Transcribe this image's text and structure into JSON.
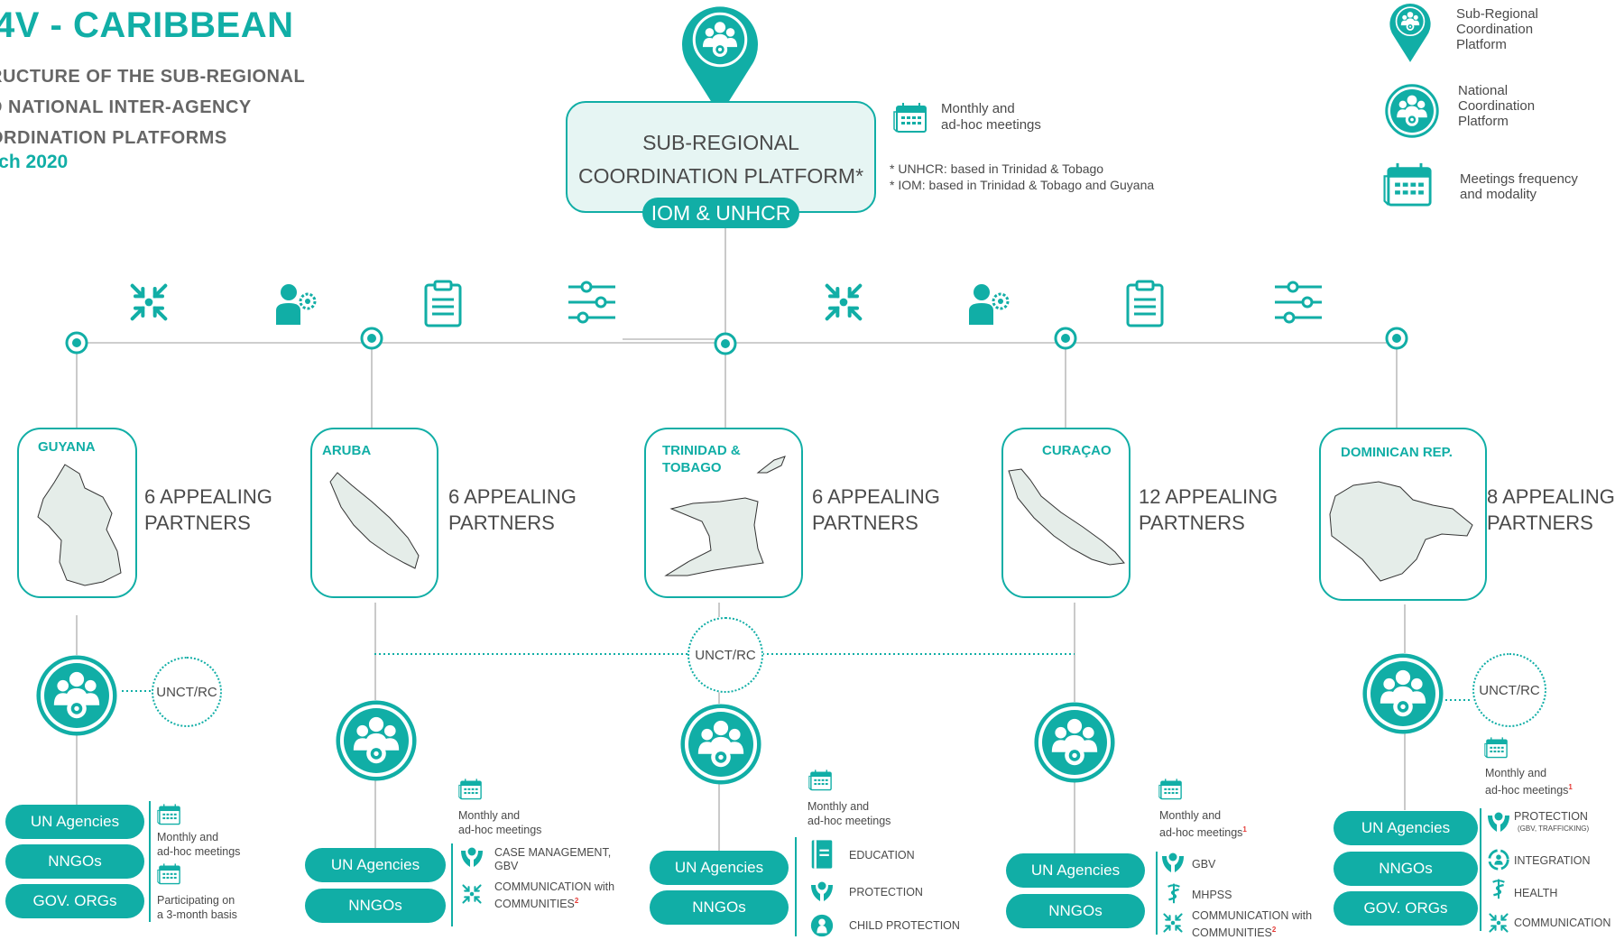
{
  "header": {
    "title": "4V - CARIBBEAN",
    "subtitle_lines": [
      "RUCTURE OF THE SUB-REGIONAL",
      "D NATIONAL INTER-AGENCY",
      "ORDINATION PLATFORMS"
    ],
    "date": "rch 2020"
  },
  "sub_regional": {
    "title_line1": "SUB-REGIONAL",
    "title_line2": "COORDINATION PLATFORM*",
    "pill": "IOM & UNHCR",
    "meetings": [
      "Monthly and",
      "ad-hoc meetings"
    ],
    "notes": [
      "* UNHCR: based in Trinidad & Tobago",
      "* IOM: based in Trinidad & Tobago and Guyana"
    ]
  },
  "legend": [
    {
      "icon": "sub-regional-platform-pin-icon",
      "lines": [
        "Sub-Regional",
        "Coordination",
        "Platform"
      ]
    },
    {
      "icon": "national-platform-icon",
      "lines": [
        "National",
        "Coordination",
        "Platform"
      ]
    },
    {
      "icon": "calendar-icon",
      "lines": [
        "Meetings frequency",
        "and modality"
      ]
    }
  ],
  "function_icons": [
    "converge-arrows-icon",
    "person-gear-icon",
    "clipboard-icon",
    "sliders-icon",
    "converge-arrows-icon",
    "person-gear-icon",
    "clipboard-icon",
    "sliders-icon"
  ],
  "unct_label": "UNCT/RC",
  "countries": [
    {
      "name": "GUYANA",
      "appeal": [
        "6 APPEALING",
        "PARTNERS"
      ],
      "groups": [
        "UN Agencies",
        "NNGOs",
        "GOV. ORGs"
      ],
      "meetings": [
        [
          "Monthly and",
          "ad-hoc meetings"
        ],
        [
          "Participating on",
          "a 3-month basis"
        ]
      ]
    },
    {
      "name": "ARUBA",
      "appeal": [
        "6 APPEALING",
        "PARTNERS"
      ],
      "groups": [
        "UN Agencies",
        "NNGOs"
      ],
      "meetings": [
        [
          "Monthly and",
          "ad-hoc meetings"
        ]
      ],
      "sectors": [
        {
          "icon": "protection-hands-icon",
          "lines": [
            "CASE MANAGEMENT,",
            "GBV"
          ]
        },
        {
          "icon": "communication-arrows-icon",
          "lines": [
            "COMMUNICATION with",
            "COMMUNITIES"
          ],
          "sup": "2"
        }
      ]
    },
    {
      "name_lines": [
        "TRINIDAD &",
        "TOBAGO"
      ],
      "appeal": [
        "6 APPEALING",
        "PARTNERS"
      ],
      "groups": [
        "UN Agencies",
        "NNGOs"
      ],
      "meetings": [
        [
          "Monthly and",
          "ad-hoc meetings"
        ]
      ],
      "sectors": [
        {
          "icon": "education-book-icon",
          "lines": [
            "EDUCATION"
          ]
        },
        {
          "icon": "protection-hands-icon",
          "lines": [
            "PROTECTION"
          ]
        },
        {
          "icon": "child-protection-icon",
          "lines": [
            "CHILD PROTECTION"
          ]
        }
      ]
    },
    {
      "name": "CURAÇAO",
      "appeal": [
        "12 APPEALING",
        "PARTNERS"
      ],
      "groups": [
        "UN Agencies",
        "NNGOs"
      ],
      "meetings": [
        [
          "Monthly and",
          "ad-hoc meetings"
        ]
      ],
      "meetings_sup": "1",
      "sectors": [
        {
          "icon": "protection-hands-icon",
          "lines": [
            "GBV"
          ]
        },
        {
          "icon": "health-caduceus-icon",
          "lines": [
            "MHPSS"
          ]
        },
        {
          "icon": "communication-arrows-icon",
          "lines": [
            "COMMUNICATION with",
            "COMMUNITIES"
          ],
          "sup": "2"
        }
      ]
    },
    {
      "name": "DOMINICAN REP.",
      "appeal": [
        "8 APPEALING",
        "PARTNERS"
      ],
      "groups": [
        "UN Agencies",
        "NNGOs",
        "GOV. ORGs"
      ],
      "meetings": [
        [
          "Monthly and",
          "ad-hoc meetings"
        ]
      ],
      "meetings_sup": "1",
      "sectors": [
        {
          "icon": "protection-hands-icon",
          "lines": [
            "PROTECTION"
          ],
          "small": "(GBV, TRAFFICKING)"
        },
        {
          "icon": "integration-icon",
          "lines": [
            "INTEGRATION"
          ]
        },
        {
          "icon": "health-caduceus-icon",
          "lines": [
            "HEALTH"
          ]
        },
        {
          "icon": "communication-arrows-icon",
          "lines": [
            "COMMUNICATION"
          ]
        }
      ]
    }
  ],
  "colors": {
    "accent": "#11aea6",
    "light_fill": "#e6f5f3",
    "footnote": "#e53935",
    "text": "#4a4a4a"
  }
}
